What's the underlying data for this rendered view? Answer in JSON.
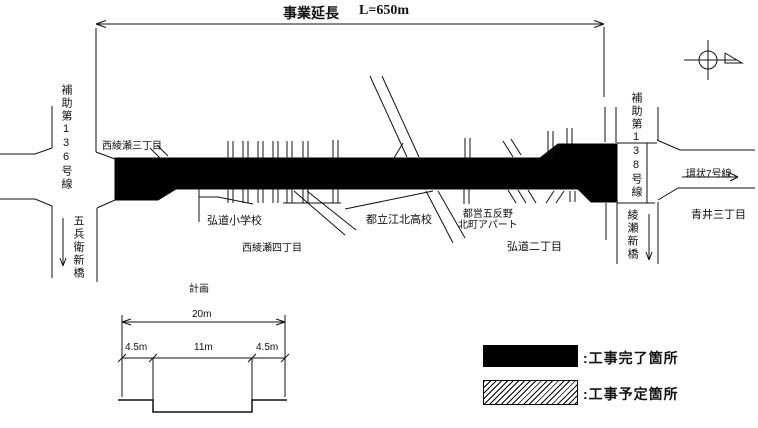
{
  "drawing": {
    "title_label": "事業延長",
    "title_length": "L=650m"
  },
  "roads": {
    "route136": "補助第136号線",
    "gohei_bridge": "五兵衛新橋",
    "route138": "補助第138号線",
    "ayase_bridge": "綾瀬新橋",
    "ring7": "環状7号線"
  },
  "districts": {
    "nishiayase3": "西綾瀬三丁目",
    "nishiayase4": "西綾瀬四丁目",
    "kodo2": "弘道二丁目",
    "aoi3": "青井三丁目"
  },
  "landmarks": {
    "kodo_elementary": "弘道小学校",
    "kohoku_high": "都立江北高校",
    "apartment_line1": "都営五反野",
    "apartment_line2": "北町アパート"
  },
  "cross_section": {
    "title": "計画",
    "dim_total": "20m",
    "dim_left": "4.5m",
    "dim_center": "11m",
    "dim_right": "4.5m"
  },
  "legend": {
    "completed": ":工事完了箇所",
    "planned": ":工事予定箇所",
    "completed_color": "#000000",
    "line_color": "#111111"
  }
}
